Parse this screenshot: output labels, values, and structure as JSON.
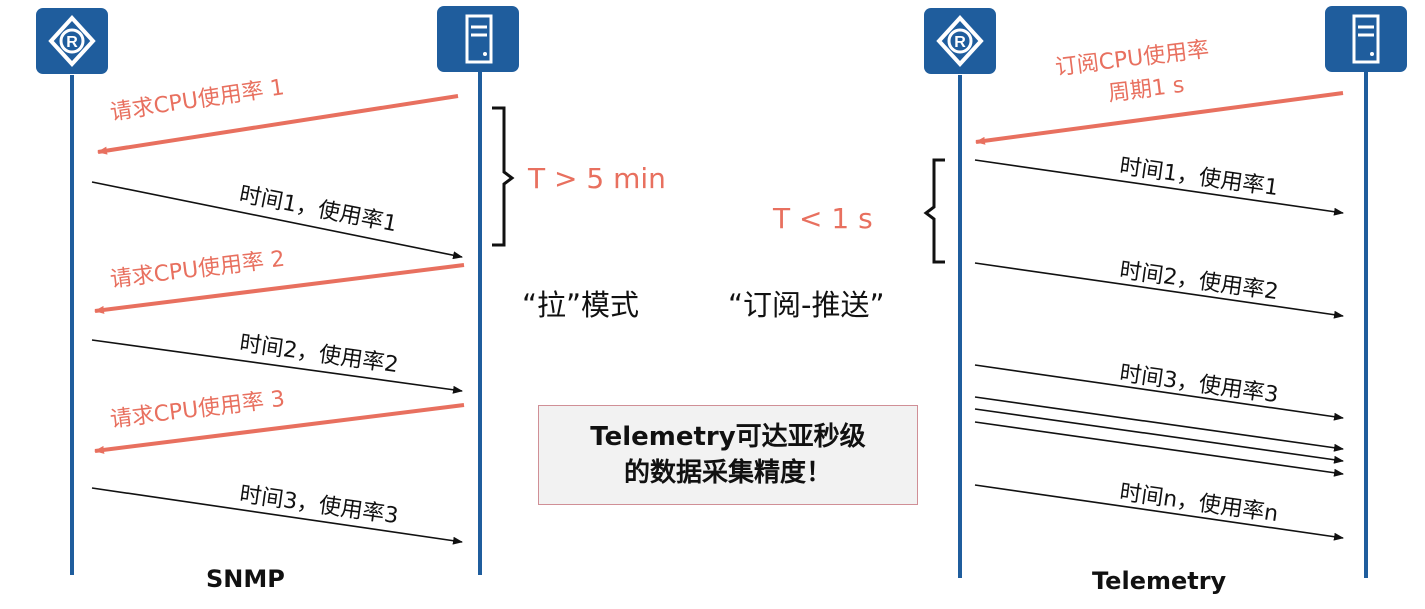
{
  "colors": {
    "request": "#e8705f",
    "lifeline": "#1f5d9d",
    "data_arrow": "#111111",
    "note_border": "#d08f96"
  },
  "icons": {
    "router": "router-icon",
    "server": "server-icon"
  },
  "snmp": {
    "title": "SNMP",
    "requests": [
      "请求CPU使用率 1",
      "请求CPU使用率 2",
      "请求CPU使用率 3"
    ],
    "responses": [
      "时间1，使用率1",
      "时间2，使用率2",
      "时间3，使用率3"
    ],
    "interval": "T > 5 min",
    "mode": "“拉”模式"
  },
  "telemetry": {
    "title": "Telemetry",
    "subscribe_line1": "订阅CPU使用率",
    "subscribe_line2": "周期1 s",
    "pushes": [
      "时间1，使用率1",
      "时间2，使用率2",
      "时间3，使用率3",
      "时间n，使用率n"
    ],
    "interval": "T < 1 s",
    "mode": "“订阅-推送”"
  },
  "note": {
    "line1": "Telemetry可达亚秒级",
    "line2": "的数据采集精度！"
  }
}
